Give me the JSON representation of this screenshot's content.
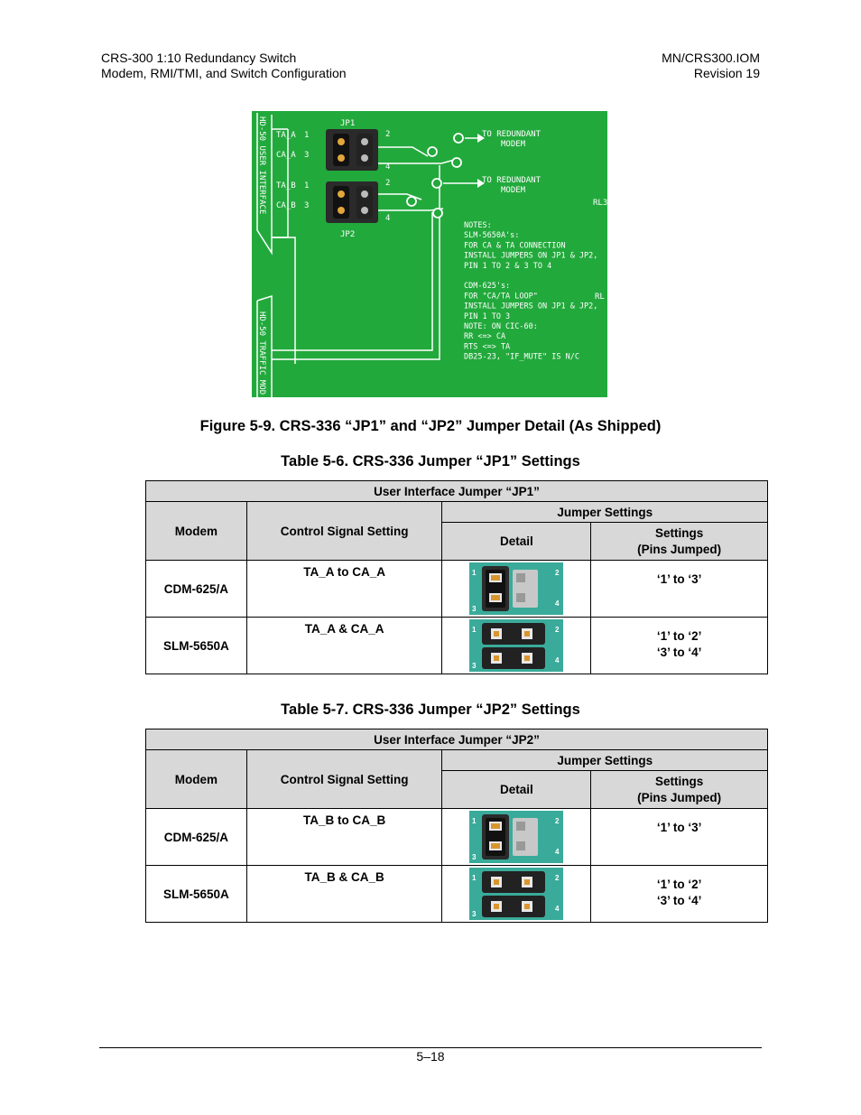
{
  "header": {
    "left_line1": "CRS-300 1:10 Redundancy Switch",
    "left_line2": "Modem, RMI/TMI, and Switch Configuration",
    "right_line1": "MN/CRS300.IOM",
    "right_line2": "Revision 19"
  },
  "figure": {
    "caption": "Figure 5-9. CRS-336 “JP1” and “JP2” Jumper Detail (As Shipped)",
    "board_color": "#22a93c",
    "labels": {
      "side_top": "HD-50 USER INTERFACE",
      "side_bottom": "HD-50 TRAFFIC MOD",
      "jp1": "JP1",
      "jp2": "JP2",
      "ta_a": "TA_A",
      "ca_a": "CA_A",
      "ta_b": "TA_B",
      "ca_b": "CA_B",
      "pin1": "1",
      "pin2": "2",
      "pin3": "3",
      "pin4": "4",
      "to_redundant_1a": "TO REDUNDANT",
      "to_redundant_1b": "MODEM",
      "to_redundant_2a": "TO REDUNDANT",
      "to_redundant_2b": "MODEM",
      "rl_top": "RL3",
      "rl_mid": "RL",
      "notes": [
        "NOTES:",
        "SLM-5650A's:",
        "FOR CA & TA CONNECTION",
        "INSTALL JUMPERS ON JP1 & JP2,",
        "PIN 1 TO 2 & 3 TO 4",
        "",
        "CDM-625's:",
        "FOR \"CA/TA LOOP\"",
        "INSTALL JUMPERS ON JP1 & JP2,",
        "PIN 1 TO 3",
        "NOTE: ON CIC-60:",
        "RR <=> CA",
        "RTS <=> TA",
        "DB25-23, \"IF_MUTE\" IS N/C"
      ]
    }
  },
  "tables": [
    {
      "caption": "Table 5-6. CRS-336 Jumper “JP1” Settings",
      "title": "User Interface Jumper “JP1”",
      "col_modem": "Modem",
      "col_control": "Control Signal Setting",
      "col_jumper": "Jumper Settings",
      "col_detail": "Detail",
      "col_settings_1": "Settings",
      "col_settings_2": "(Pins Jumped)",
      "rows": [
        {
          "modem": "CDM-625/A",
          "control": "TA_A to CA_A",
          "settings": [
            "‘1’ to ‘3’"
          ],
          "jumper": "vertical"
        },
        {
          "modem": "SLM-5650A",
          "control": "TA_A & CA_A",
          "settings": [
            "‘1’ to ‘2’",
            "‘3’ to ‘4’"
          ],
          "jumper": "horizontal"
        }
      ]
    },
    {
      "caption": "Table 5-7. CRS-336 Jumper “JP2” Settings",
      "title": "User Interface Jumper “JP2”",
      "col_modem": "Modem",
      "col_control": "Control Signal Setting",
      "col_jumper": "Jumper Settings",
      "col_detail": "Detail",
      "col_settings_1": "Settings",
      "col_settings_2": "(Pins Jumped)",
      "rows": [
        {
          "modem": "CDM-625/A",
          "control": "TA_B to  CA_B",
          "settings": [
            "‘1’ to ‘3’"
          ],
          "jumper": "vertical"
        },
        {
          "modem": "SLM-5650A",
          "control": "TA_B & CA_B",
          "settings": [
            "‘1’ to ‘2’",
            "‘3’ to ‘4’"
          ],
          "jumper": "horizontal"
        }
      ]
    }
  ],
  "footer": {
    "page": "5–18"
  }
}
